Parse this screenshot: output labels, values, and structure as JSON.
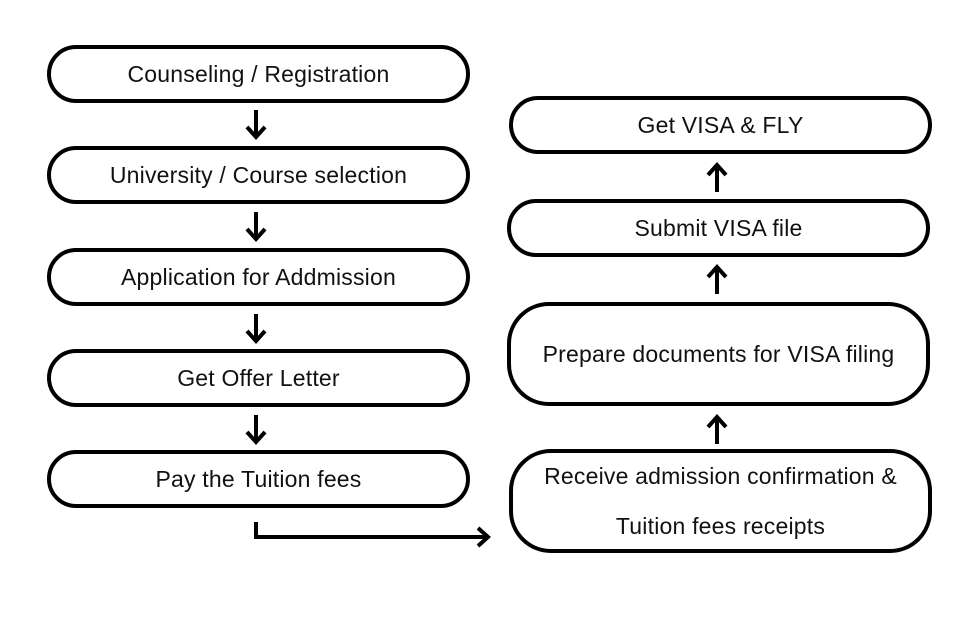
{
  "left_steps": [
    "Counseling / Registration",
    "University / Course selection",
    "Application for Addmission",
    "Get Offer Letter",
    "Pay the Tuition fees"
  ],
  "right_steps": [
    "Get VISA & FLY",
    "Submit VISA file",
    "Prepare documents for VISA filing",
    "Receive admission confirmation & Tuition fees receipts"
  ]
}
